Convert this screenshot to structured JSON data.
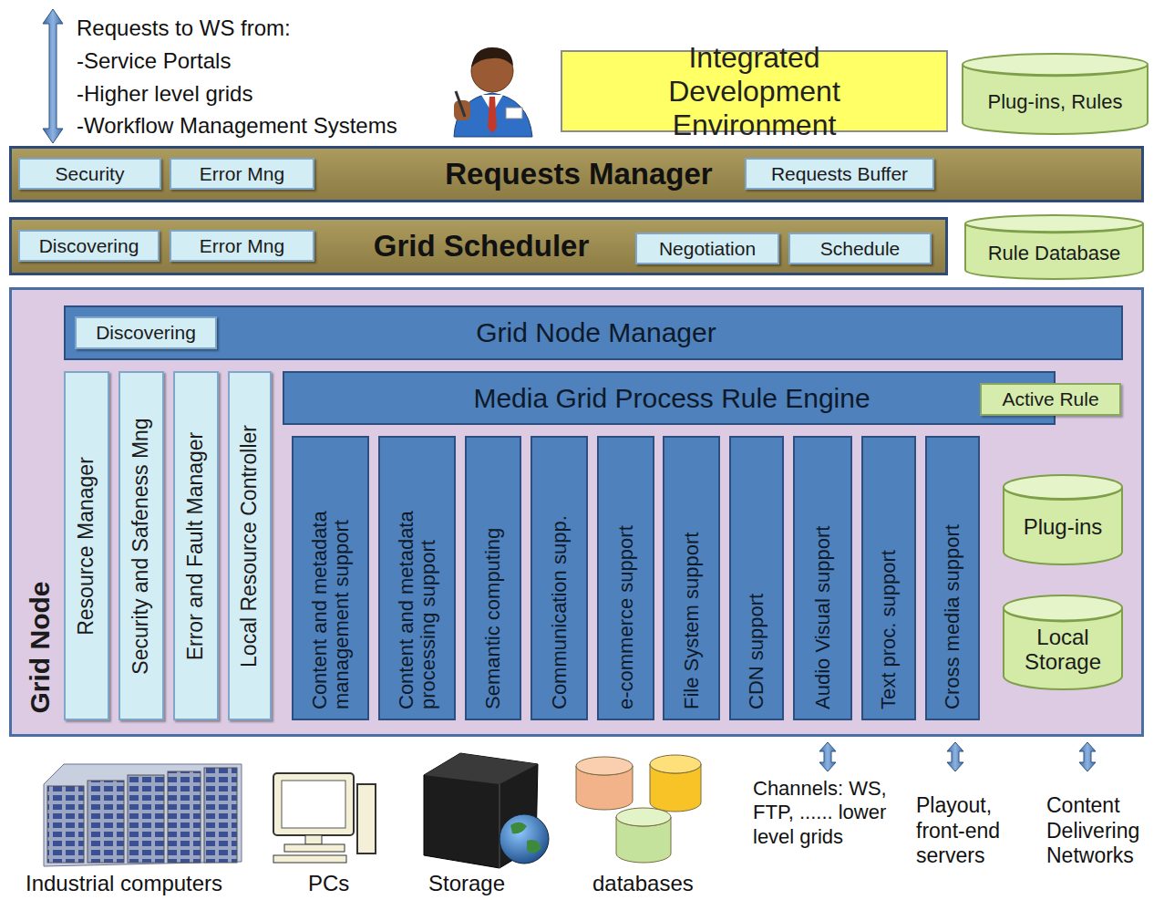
{
  "diagram": {
    "nodes": [
      {
        "text": [
          "Integrated Development Environment"
        ]
      },
      {
        "text": [
          "Plug-ins, Rules"
        ]
      },
      {
        "text": [
          "Requests Manager"
        ]
      },
      {
        "text": [
          "Security"
        ],
        "in": 2
      },
      {
        "text": [
          "Error Mng"
        ],
        "in": 2
      },
      {
        "text": [
          "Requests Buffer"
        ],
        "in": 2
      },
      {
        "text": [
          "Grid Scheduler"
        ]
      },
      {
        "text": [
          "Discovering"
        ],
        "in": 6
      },
      {
        "text": [
          "Error Mng"
        ],
        "in": 6
      },
      {
        "text": [
          "Negotiation"
        ],
        "in": 6
      },
      {
        "text": [
          "Schedule"
        ],
        "in": 6
      },
      {
        "text": [
          "Rule Database"
        ]
      },
      {
        "text": [
          "Grid Node"
        ]
      },
      {
        "text": [
          "Grid Node Manager"
        ],
        "in": 12
      },
      {
        "text": [
          "Discovering"
        ],
        "in": 13
      },
      {
        "text": [
          "Resource Manager"
        ],
        "in": 12
      },
      {
        "text": [
          "Security and Safeness Mng"
        ],
        "in": 12
      },
      {
        "text": [
          "Error and Fault Manager"
        ],
        "in": 12
      },
      {
        "text": [
          "Local Resource Controller"
        ],
        "in": 12
      },
      {
        "text": [
          "Media Grid Process Rule Engine"
        ],
        "in": 12
      },
      {
        "text": [
          "Active Rule"
        ],
        "in": 12
      },
      {
        "text": [
          "Content and metadata management support"
        ],
        "in": 12
      },
      {
        "text": [
          "Content and metadata processing support"
        ],
        "in": 12
      },
      {
        "text": [
          "Semantic computing"
        ],
        "in": 12
      },
      {
        "text": [
          "Communication supp."
        ],
        "in": 12
      },
      {
        "text": [
          "e-commerce support"
        ],
        "in": 12
      },
      {
        "text": [
          "File System support"
        ],
        "in": 12
      },
      {
        "text": [
          "CDN support"
        ],
        "in": 12
      },
      {
        "text": [
          "Audio Visual support"
        ],
        "in": 12
      },
      {
        "text": [
          "Text proc. support"
        ],
        "in": 12
      },
      {
        "text": [
          "Cross media support"
        ],
        "in": 12
      },
      {
        "text": [
          "Plug-ins"
        ],
        "in": 12
      },
      {
        "text": [
          "Local Storage"
        ],
        "in": 12
      }
    ],
    "labels": [
      "Requests to WS from:",
      "-Service Portals",
      "-Higher level grids",
      "-Workflow Management Systems",
      "Industrial computers",
      "PCs",
      "Storage",
      "databases",
      "Channels: WS, FTP, ...... lower level grids",
      "Playout, front-end servers",
      "Content Delivering Networks"
    ]
  }
}
